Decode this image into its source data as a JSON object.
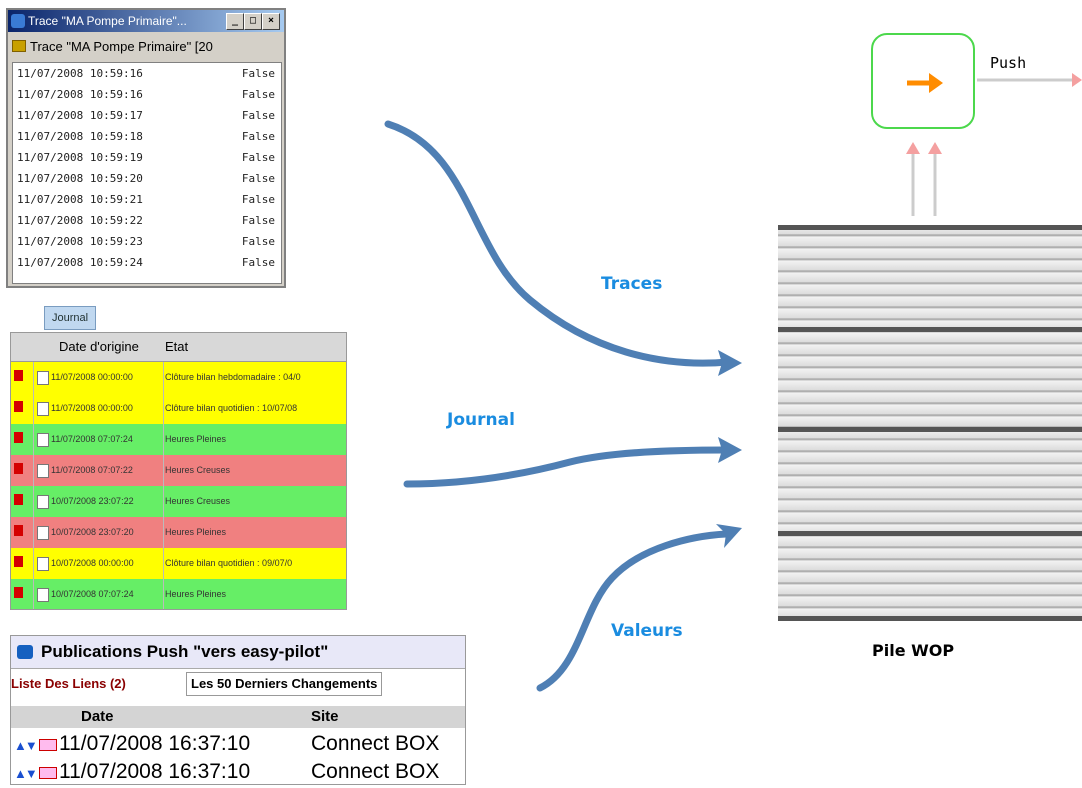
{
  "trace_window": {
    "title": "Trace \"MA Pompe Primaire\"...",
    "subtitle": "Trace \"MA Pompe Primaire\" [20",
    "rows": [
      {
        "date": "11/07/2008 10:59:16",
        "value": "False"
      },
      {
        "date": "11/07/2008 10:59:16",
        "value": "False"
      },
      {
        "date": "11/07/2008 10:59:17",
        "value": "False"
      },
      {
        "date": "11/07/2008 10:59:18",
        "value": "False"
      },
      {
        "date": "11/07/2008 10:59:19",
        "value": "False"
      },
      {
        "date": "11/07/2008 10:59:20",
        "value": "False"
      },
      {
        "date": "11/07/2008 10:59:21",
        "value": "False"
      },
      {
        "date": "11/07/2008 10:59:22",
        "value": "False"
      },
      {
        "date": "11/07/2008 10:59:23",
        "value": "False"
      },
      {
        "date": "11/07/2008 10:59:24",
        "value": "False"
      }
    ]
  },
  "journal": {
    "tab_label": "Journal",
    "col_date": "Date d'origine",
    "col_etat": "Etat",
    "rows": [
      {
        "date": "11/07/2008 00:00:00",
        "etat": "Clôture bilan hebdomadaire : 04/0",
        "color": "#ffff00"
      },
      {
        "date": "11/07/2008 00:00:00",
        "etat": "Clôture bilan quotidien : 10/07/08",
        "color": "#ffff00"
      },
      {
        "date": "11/07/2008 07:07:24",
        "etat": "Heures Pleines",
        "color": "#66ee66"
      },
      {
        "date": "11/07/2008 07:07:22",
        "etat": "Heures Creuses",
        "color": "#f08080"
      },
      {
        "date": "10/07/2008 23:07:22",
        "etat": "Heures Creuses",
        "color": "#66ee66"
      },
      {
        "date": "10/07/2008 23:07:20",
        "etat": "Heures Pleines",
        "color": "#f08080"
      },
      {
        "date": "10/07/2008 00:00:00",
        "etat": "Clôture bilan quotidien : 09/07/0",
        "color": "#ffff00"
      },
      {
        "date": "10/07/2008 07:07:24",
        "etat": "Heures Pleines",
        "color": "#66ee66"
      }
    ]
  },
  "publications": {
    "title": "Publications Push \"vers  easy-pilot\"",
    "tab1": "Liste Des Liens (2)",
    "tab2": "Les 50 Derniers Changements",
    "col_date": "Date",
    "col_site": "Site",
    "rows": [
      {
        "date": "11/07/2008 16:37:10",
        "site": "Connect BOX"
      },
      {
        "date": "11/07/2008 16:37:10",
        "site": "Connect BOX"
      }
    ]
  },
  "labels": {
    "traces": "Traces",
    "journal": "Journal",
    "valeurs": "Valeurs",
    "pile": "Pile WOP",
    "push": "Push"
  },
  "colors": {
    "arrow": "#4f7fb4",
    "label_blue": "#1a8ce0",
    "push_border": "#4cd84c",
    "push_arrow": "#ff8c00"
  }
}
